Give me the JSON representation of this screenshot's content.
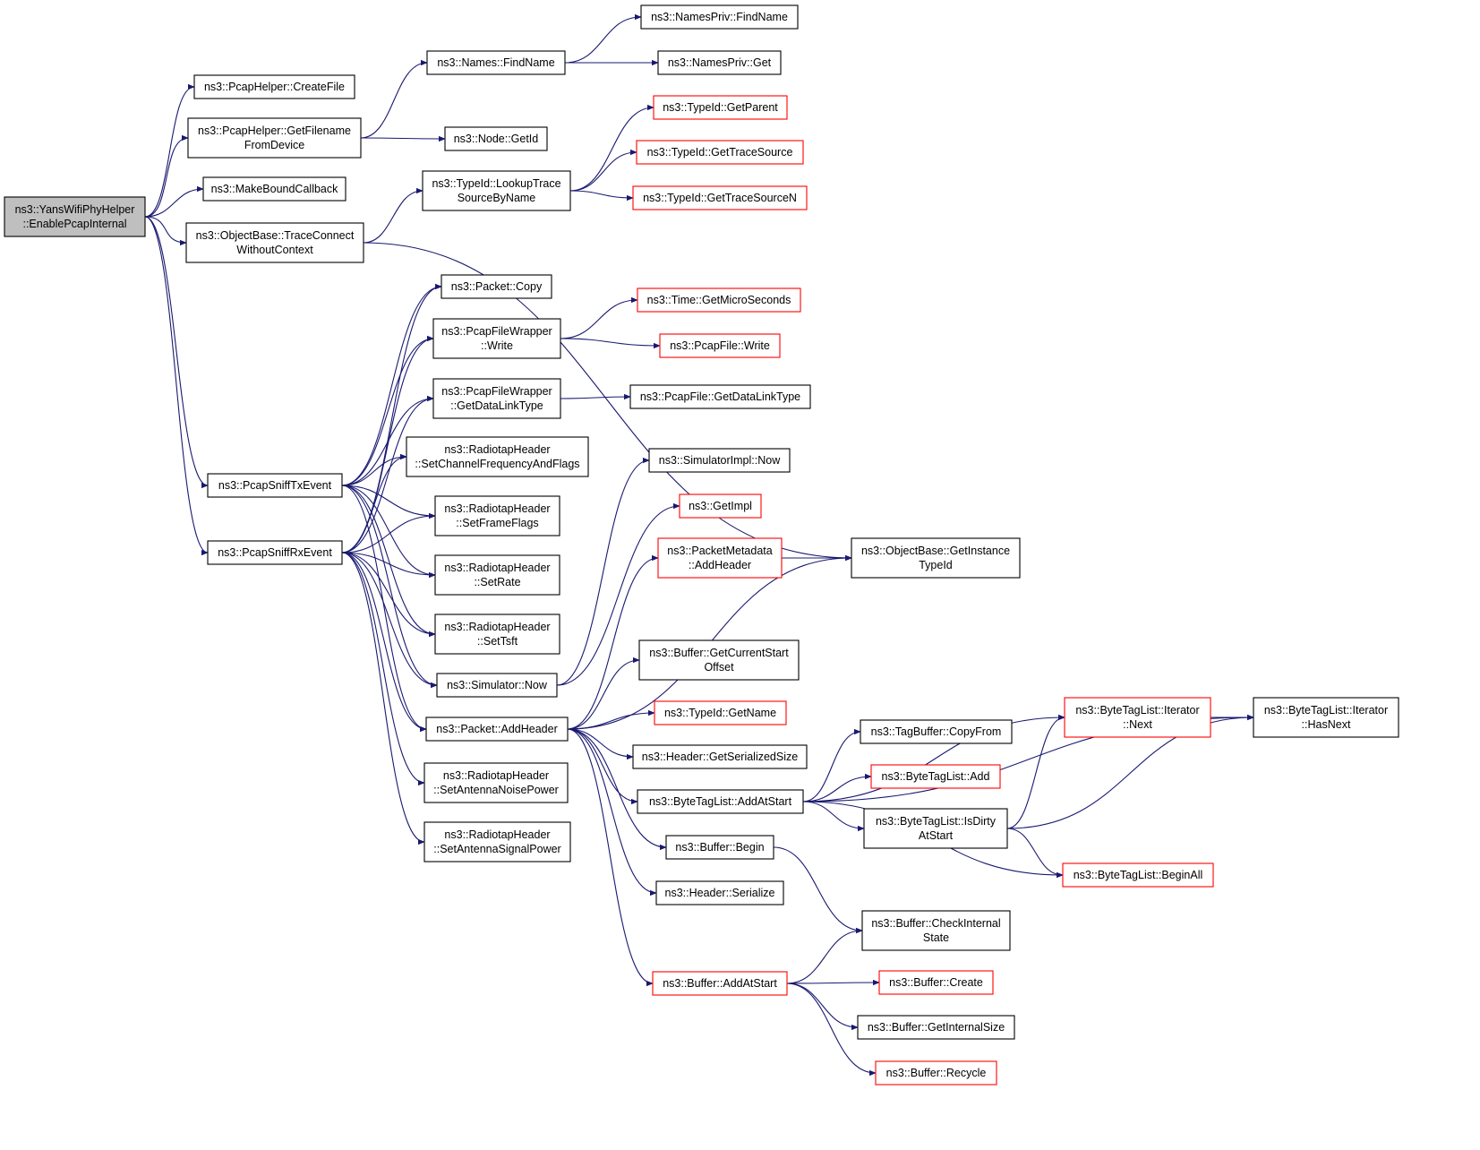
{
  "graph": {
    "nodes": [
      {
        "id": "root",
        "lines": [
          "ns3::YansWifiPhyHelper",
          "::EnablePcapInternal"
        ],
        "style": "root"
      },
      {
        "id": "createfile",
        "lines": [
          "ns3::PcapHelper::CreateFile"
        ],
        "style": "normal"
      },
      {
        "id": "getfilename",
        "lines": [
          "ns3::PcapHelper::GetFilename",
          "FromDevice"
        ],
        "style": "normal"
      },
      {
        "id": "makebound",
        "lines": [
          "ns3::MakeBoundCallback"
        ],
        "style": "normal"
      },
      {
        "id": "traceconnect",
        "lines": [
          "ns3::ObjectBase::TraceConnect",
          "WithoutContext"
        ],
        "style": "normal"
      },
      {
        "id": "namesfind",
        "lines": [
          "ns3::Names::FindName"
        ],
        "style": "normal"
      },
      {
        "id": "nodegetid",
        "lines": [
          "ns3::Node::GetId"
        ],
        "style": "normal"
      },
      {
        "id": "namesprivfind",
        "lines": [
          "ns3::NamesPriv::FindName"
        ],
        "style": "normal"
      },
      {
        "id": "namesprivget",
        "lines": [
          "ns3::NamesPriv::Get"
        ],
        "style": "normal"
      },
      {
        "id": "lookuptrace",
        "lines": [
          "ns3::TypeId::LookupTrace",
          "SourceByName"
        ],
        "style": "normal"
      },
      {
        "id": "getparent",
        "lines": [
          "ns3::TypeId::GetParent"
        ],
        "style": "truncated"
      },
      {
        "id": "gettracesource",
        "lines": [
          "ns3::TypeId::GetTraceSource"
        ],
        "style": "truncated"
      },
      {
        "id": "gettracesourcen",
        "lines": [
          "ns3::TypeId::GetTraceSourceN"
        ],
        "style": "truncated"
      },
      {
        "id": "packetcopy",
        "lines": [
          "ns3::Packet::Copy"
        ],
        "style": "normal"
      },
      {
        "id": "pfwwrite",
        "lines": [
          "ns3::PcapFileWrapper",
          "::Write"
        ],
        "style": "normal"
      },
      {
        "id": "pfwgetdlt",
        "lines": [
          "ns3::PcapFileWrapper",
          "::GetDataLinkType"
        ],
        "style": "normal"
      },
      {
        "id": "setchanfreq",
        "lines": [
          "ns3::RadiotapHeader",
          "::SetChannelFrequencyAndFlags"
        ],
        "style": "normal"
      },
      {
        "id": "setframeflags",
        "lines": [
          "ns3::RadiotapHeader",
          "::SetFrameFlags"
        ],
        "style": "normal"
      },
      {
        "id": "setrate",
        "lines": [
          "ns3::RadiotapHeader",
          "::SetRate"
        ],
        "style": "normal"
      },
      {
        "id": "settsft",
        "lines": [
          "ns3::RadiotapHeader",
          "::SetTsft"
        ],
        "style": "normal"
      },
      {
        "id": "simnow",
        "lines": [
          "ns3::Simulator::Now"
        ],
        "style": "normal"
      },
      {
        "id": "packetaddheader",
        "lines": [
          "ns3::Packet::AddHeader"
        ],
        "style": "normal"
      },
      {
        "id": "setantnoise",
        "lines": [
          "ns3::RadiotapHeader",
          "::SetAntennaNoisePower"
        ],
        "style": "normal"
      },
      {
        "id": "setantsignal",
        "lines": [
          "ns3::RadiotapHeader",
          "::SetAntennaSignalPower"
        ],
        "style": "normal"
      },
      {
        "id": "sniffTx",
        "lines": [
          "ns3::PcapSniffTxEvent"
        ],
        "style": "normal"
      },
      {
        "id": "sniffRx",
        "lines": [
          "ns3::PcapSniffRxEvent"
        ],
        "style": "normal"
      },
      {
        "id": "timegetmicro",
        "lines": [
          "ns3::Time::GetMicroSeconds"
        ],
        "style": "truncated"
      },
      {
        "id": "pcapfilewrite",
        "lines": [
          "ns3::PcapFile::Write"
        ],
        "style": "truncated"
      },
      {
        "id": "pcapfilegetdlt",
        "lines": [
          "ns3::PcapFile::GetDataLinkType"
        ],
        "style": "normal"
      },
      {
        "id": "simimplnow",
        "lines": [
          "ns3::SimulatorImpl::Now"
        ],
        "style": "normal"
      },
      {
        "id": "getimpl",
        "lines": [
          "ns3::GetImpl"
        ],
        "style": "truncated"
      },
      {
        "id": "pmaddheader",
        "lines": [
          "ns3::PacketMetadata",
          "::AddHeader"
        ],
        "style": "truncated"
      },
      {
        "id": "getinstancetypeid",
        "lines": [
          "ns3::ObjectBase::GetInstance",
          "TypeId"
        ],
        "style": "normal"
      },
      {
        "id": "buffergetcurstart",
        "lines": [
          "ns3::Buffer::GetCurrentStart",
          "Offset"
        ],
        "style": "normal"
      },
      {
        "id": "typeidgetname",
        "lines": [
          "ns3::TypeId::GetName"
        ],
        "style": "truncated"
      },
      {
        "id": "headergetsersize",
        "lines": [
          "ns3::Header::GetSerializedSize"
        ],
        "style": "normal"
      },
      {
        "id": "btladdatstart",
        "lines": [
          "ns3::ByteTagList::AddAtStart"
        ],
        "style": "normal"
      },
      {
        "id": "bufferbegin",
        "lines": [
          "ns3::Buffer::Begin"
        ],
        "style": "normal"
      },
      {
        "id": "headerserialize",
        "lines": [
          "ns3::Header::Serialize"
        ],
        "style": "normal"
      },
      {
        "id": "bufferaddatstart",
        "lines": [
          "ns3::Buffer::AddAtStart"
        ],
        "style": "truncated"
      },
      {
        "id": "tagbuffercopyfrom",
        "lines": [
          "ns3::TagBuffer::CopyFrom"
        ],
        "style": "normal"
      },
      {
        "id": "btladd",
        "lines": [
          "ns3::ByteTagList::Add"
        ],
        "style": "truncated"
      },
      {
        "id": "btlisdirty",
        "lines": [
          "ns3::ByteTagList::IsDirty",
          "AtStart"
        ],
        "style": "normal"
      },
      {
        "id": "btliternext",
        "lines": [
          "ns3::ByteTagList::Iterator",
          "::Next"
        ],
        "style": "truncated"
      },
      {
        "id": "btliterhasnext",
        "lines": [
          "ns3::ByteTagList::Iterator",
          "::HasNext"
        ],
        "style": "normal"
      },
      {
        "id": "btlbeginall",
        "lines": [
          "ns3::ByteTagList::BeginAll"
        ],
        "style": "truncated"
      },
      {
        "id": "buffercheckinternal",
        "lines": [
          "ns3::Buffer::CheckInternal",
          "State"
        ],
        "style": "normal"
      },
      {
        "id": "buffercreate",
        "lines": [
          "ns3::Buffer::Create"
        ],
        "style": "truncated"
      },
      {
        "id": "buffergetinternalsize",
        "lines": [
          "ns3::Buffer::GetInternalSize"
        ],
        "style": "normal"
      },
      {
        "id": "bufferrecycle",
        "lines": [
          "ns3::Buffer::Recycle"
        ],
        "style": "truncated"
      }
    ],
    "edges": [
      [
        "root",
        "createfile"
      ],
      [
        "root",
        "getfilename"
      ],
      [
        "root",
        "makebound"
      ],
      [
        "root",
        "traceconnect"
      ],
      [
        "root",
        "sniffTx"
      ],
      [
        "root",
        "sniffRx"
      ],
      [
        "getfilename",
        "namesfind"
      ],
      [
        "getfilename",
        "nodegetid"
      ],
      [
        "namesfind",
        "namesprivfind"
      ],
      [
        "namesfind",
        "namesprivget"
      ],
      [
        "traceconnect",
        "lookuptrace"
      ],
      [
        "traceconnect",
        "getinstancetypeid"
      ],
      [
        "lookuptrace",
        "getparent"
      ],
      [
        "lookuptrace",
        "gettracesource"
      ],
      [
        "lookuptrace",
        "gettracesourcen"
      ],
      [
        "sniffTx",
        "packetcopy"
      ],
      [
        "sniffTx",
        "pfwwrite"
      ],
      [
        "sniffTx",
        "pfwgetdlt"
      ],
      [
        "sniffTx",
        "setchanfreq"
      ],
      [
        "sniffTx",
        "setframeflags"
      ],
      [
        "sniffTx",
        "setrate"
      ],
      [
        "sniffTx",
        "settsft"
      ],
      [
        "sniffTx",
        "simnow"
      ],
      [
        "sniffTx",
        "packetaddheader"
      ],
      [
        "sniffRx",
        "packetcopy"
      ],
      [
        "sniffRx",
        "pfwwrite"
      ],
      [
        "sniffRx",
        "pfwgetdlt"
      ],
      [
        "sniffRx",
        "setchanfreq"
      ],
      [
        "sniffRx",
        "setframeflags"
      ],
      [
        "sniffRx",
        "setrate"
      ],
      [
        "sniffRx",
        "settsft"
      ],
      [
        "sniffRx",
        "simnow"
      ],
      [
        "sniffRx",
        "packetaddheader"
      ],
      [
        "sniffRx",
        "setantnoise"
      ],
      [
        "sniffRx",
        "setantsignal"
      ],
      [
        "pfwwrite",
        "timegetmicro"
      ],
      [
        "pfwwrite",
        "pcapfilewrite"
      ],
      [
        "pfwgetdlt",
        "pcapfilegetdlt"
      ],
      [
        "simnow",
        "simimplnow"
      ],
      [
        "simnow",
        "getimpl"
      ],
      [
        "packetaddheader",
        "pmaddheader"
      ],
      [
        "packetaddheader",
        "getinstancetypeid"
      ],
      [
        "packetaddheader",
        "buffergetcurstart"
      ],
      [
        "packetaddheader",
        "typeidgetname"
      ],
      [
        "packetaddheader",
        "headergetsersize"
      ],
      [
        "packetaddheader",
        "btladdatstart"
      ],
      [
        "packetaddheader",
        "bufferbegin"
      ],
      [
        "packetaddheader",
        "headerserialize"
      ],
      [
        "packetaddheader",
        "bufferaddatstart"
      ],
      [
        "pmaddheader",
        "getinstancetypeid"
      ],
      [
        "btladdatstart",
        "tagbuffercopyfrom"
      ],
      [
        "btladdatstart",
        "btladd"
      ],
      [
        "btladdatstart",
        "btlisdirty"
      ],
      [
        "btladdatstart",
        "btliternext"
      ],
      [
        "btladdatstart",
        "btliterhasnext"
      ],
      [
        "btladdatstart",
        "btlbeginall"
      ],
      [
        "btlisdirty",
        "btliternext"
      ],
      [
        "btlisdirty",
        "btliterhasnext"
      ],
      [
        "btlisdirty",
        "btlbeginall"
      ],
      [
        "btliternext",
        "btliterhasnext"
      ],
      [
        "bufferbegin",
        "buffercheckinternal"
      ],
      [
        "bufferaddatstart",
        "buffercheckinternal"
      ],
      [
        "bufferaddatstart",
        "buffercreate"
      ],
      [
        "bufferaddatstart",
        "buffergetinternalsize"
      ],
      [
        "bufferaddatstart",
        "bufferrecycle"
      ]
    ]
  }
}
